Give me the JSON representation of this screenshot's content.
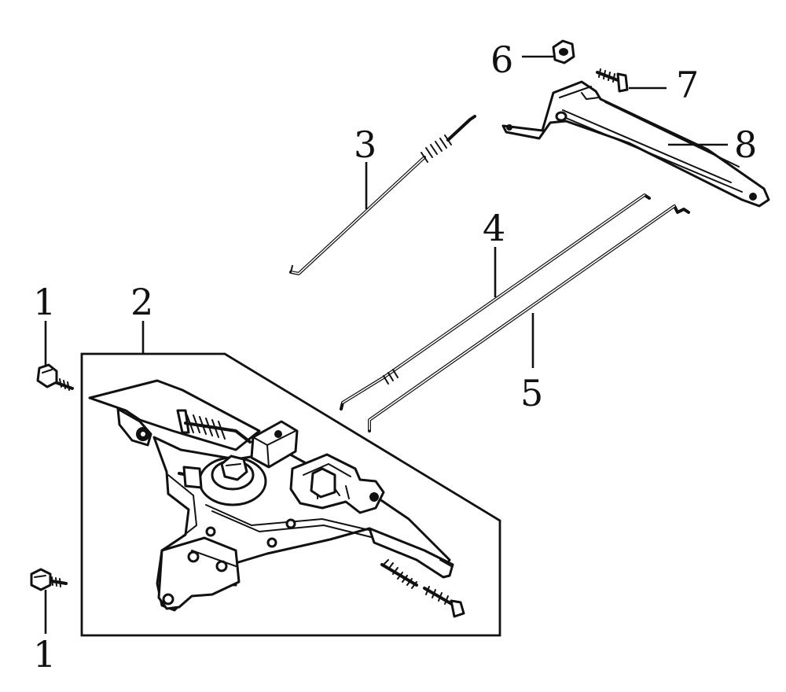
{
  "diagram": {
    "callouts": [
      {
        "id": "bolt_upper",
        "label": "1"
      },
      {
        "id": "bolt_lower",
        "label": "1"
      },
      {
        "id": "control_assembly",
        "label": "2"
      },
      {
        "id": "spring_rod",
        "label": "3"
      },
      {
        "id": "rod_4",
        "label": "4"
      },
      {
        "id": "rod_5",
        "label": "5"
      },
      {
        "id": "nut",
        "label": "6"
      },
      {
        "id": "bolt_small",
        "label": "7"
      },
      {
        "id": "governor_arm",
        "label": "8"
      }
    ],
    "colors": {
      "line": "#111111",
      "background": "#ffffff"
    }
  }
}
